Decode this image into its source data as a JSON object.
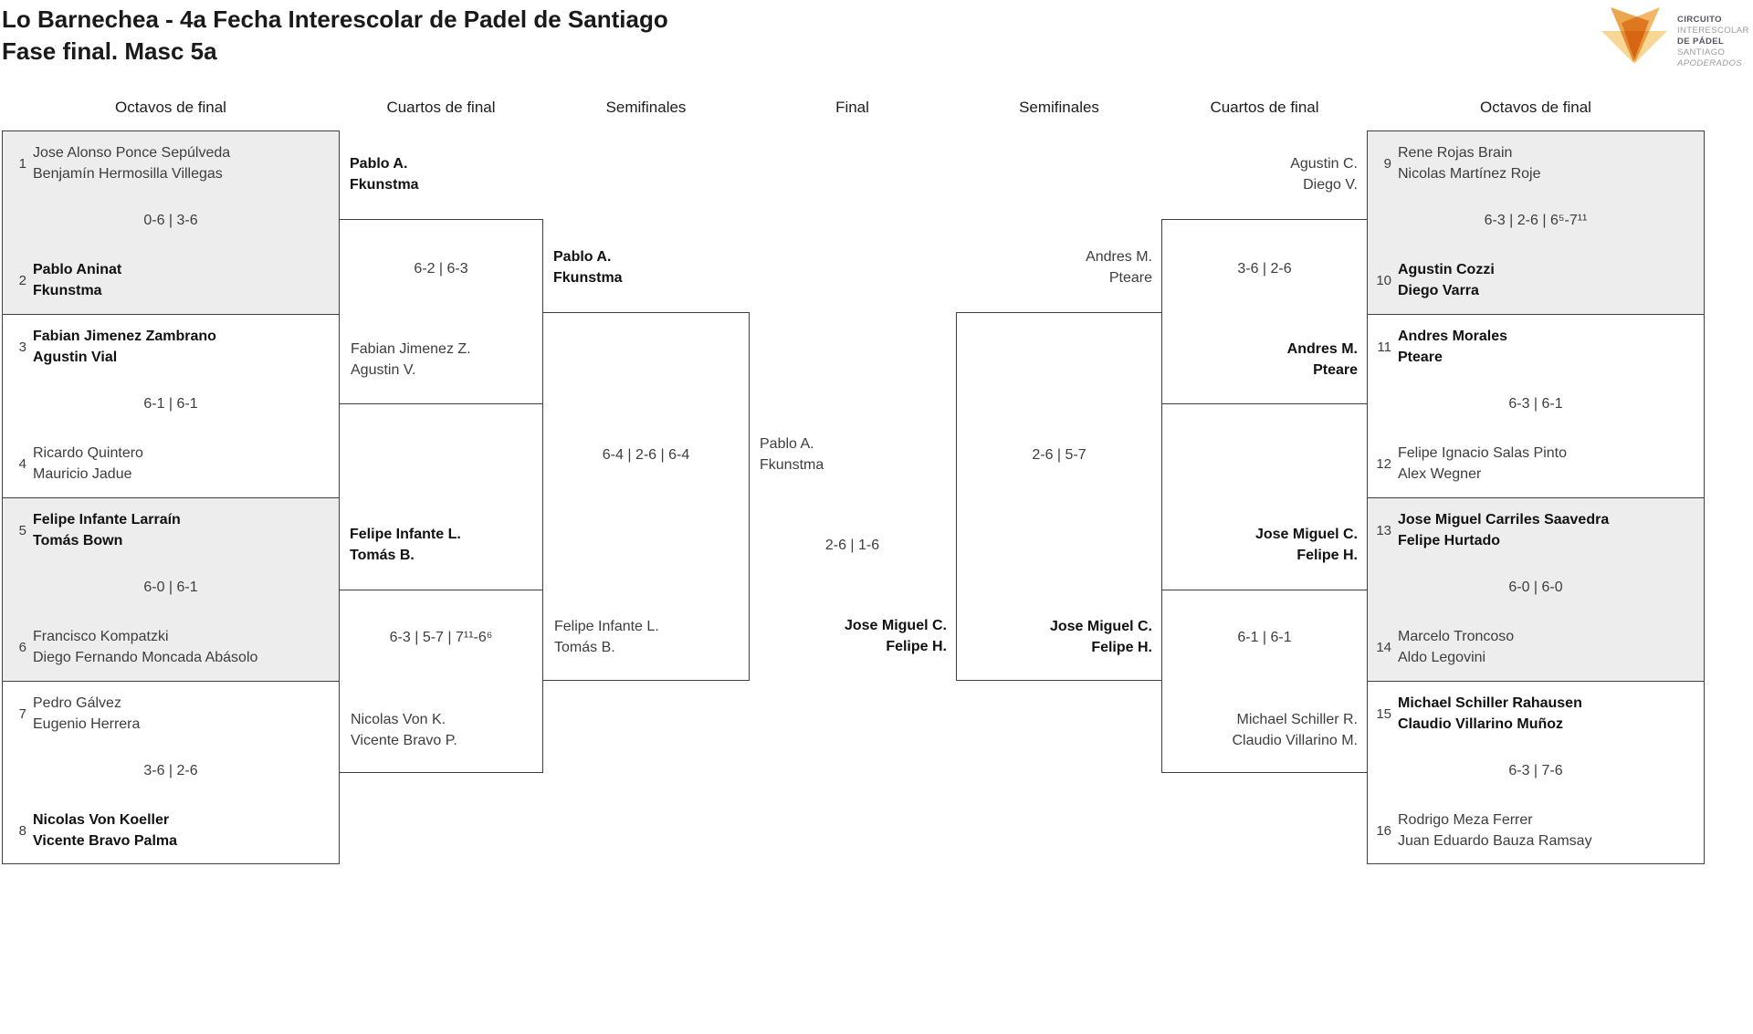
{
  "title": {
    "line1": "Lo Barnechea - 4a Fecha Interescolar de Padel de Santiago",
    "line2": "Fase final. Masc 5a"
  },
  "logo": {
    "brand1": "CIRCUITO",
    "brand2": "INTERESCOLAR",
    "brand3": "DE PÁDEL",
    "brand4": "SANTIAGO",
    "brand5": "APODERADOS"
  },
  "round_headers": {
    "left_octavos": "Octavos de final",
    "left_cuartos": "Cuartos de final",
    "left_semis": "Semifinales",
    "final": "Final",
    "right_semis": "Semifinales",
    "right_cuartos": "Cuartos de final",
    "right_octavos": "Octavos de final"
  },
  "colors": {
    "match_gray": "#ededed",
    "border": "#3f3f3f",
    "text": "#3d3d3d",
    "text_winner": "#111111",
    "logo_orange_dark": "#e9982f",
    "logo_orange_mid": "#eeaa4e",
    "logo_yellow_light": "#f6cf83"
  },
  "octavos_left": [
    {
      "top": {
        "seed": "1",
        "lines": [
          "Jose Alonso Ponce Sepúlveda",
          "Benjamín Hermosilla Villegas"
        ]
      },
      "score": "0-6 | 3-6",
      "bottom": {
        "seed": "2",
        "lines": [
          "Pablo Aninat",
          "Fkunstma"
        ]
      }
    },
    {
      "top": {
        "seed": "3",
        "lines": [
          "Fabian Jimenez Zambrano",
          "Agustin Vial"
        ]
      },
      "score": "6-1 | 6-1",
      "bottom": {
        "seed": "4",
        "lines": [
          "Ricardo Quintero",
          "Mauricio Jadue"
        ]
      }
    },
    {
      "top": {
        "seed": "5",
        "lines": [
          "Felipe Infante Larraín",
          "Tomás Bown"
        ]
      },
      "score": "6-0 | 6-1",
      "bottom": {
        "seed": "6",
        "lines": [
          "Francisco Kompatzki",
          "Diego Fernando Moncada Abásolo"
        ]
      }
    },
    {
      "top": {
        "seed": "7",
        "lines": [
          "Pedro Gálvez",
          "Eugenio Herrera"
        ]
      },
      "score": "3-6 | 2-6",
      "bottom": {
        "seed": "8",
        "lines": [
          "Nicolas Von Koeller",
          "Vicente Bravo Palma"
        ]
      }
    }
  ],
  "cuartos_left": [
    {
      "winner_lines": [
        "Pablo A.",
        "Fkunstma"
      ],
      "score": "6-2 | 6-3",
      "loser_lines": [
        "Fabian Jimenez Z.",
        "Agustin V."
      ]
    },
    {
      "winner_lines": [
        "Felipe Infante L.",
        "Tomás B."
      ],
      "score": "6-3 | 5-7 | 7¹¹-6⁶",
      "loser_lines": [
        "Nicolas Von K.",
        "Vicente Bravo P."
      ]
    }
  ],
  "semifinal_left": {
    "winner_lines": [
      "Pablo A.",
      "Fkunstma"
    ],
    "score": "6-4 | 2-6 | 6-4",
    "loser_lines": [
      "Felipe Infante L.",
      "Tomás B."
    ]
  },
  "final": {
    "finalist_lines": [
      "Pablo A.",
      "Fkunstma"
    ],
    "score": "2-6 | 1-6",
    "winner_lines": [
      "Jose Miguel C.",
      "Felipe H."
    ]
  },
  "semifinal_right": {
    "loser_lines": [
      "Andres M.",
      "Pteare"
    ],
    "score": "2-6 | 5-7",
    "winner_lines": [
      "Jose Miguel C.",
      "Felipe H."
    ]
  },
  "cuartos_right": [
    {
      "loser_lines": [
        "Agustin C.",
        "Diego V."
      ],
      "score": "3-6 | 2-6",
      "winner_lines": [
        "Andres M.",
        "Pteare"
      ]
    },
    {
      "winner_lines": [
        "Jose Miguel C.",
        "Felipe H."
      ],
      "score": "6-1 | 6-1",
      "loser_lines": [
        "Michael Schiller R.",
        "Claudio Villarino M."
      ]
    }
  ],
  "octavos_right": [
    {
      "top": {
        "seed": "9",
        "lines": [
          "Rene Rojas Brain",
          "Nicolas Martínez Roje"
        ]
      },
      "score": "6-3 | 2-6 | 6⁵-7¹¹",
      "bottom": {
        "seed": "10",
        "lines": [
          "Agustin Cozzi",
          "Diego Varra"
        ]
      }
    },
    {
      "top": {
        "seed": "11",
        "lines": [
          "Andres Morales",
          "Pteare"
        ]
      },
      "score": "6-3 | 6-1",
      "bottom": {
        "seed": "12",
        "lines": [
          "Felipe Ignacio Salas Pinto",
          "Alex Wegner"
        ]
      }
    },
    {
      "top": {
        "seed": "13",
        "lines": [
          "Jose Miguel Carriles Saavedra",
          "Felipe Hurtado"
        ]
      },
      "score": "6-0 | 6-0",
      "bottom": {
        "seed": "14",
        "lines": [
          "Marcelo Troncoso",
          "Aldo Legovini"
        ]
      }
    },
    {
      "top": {
        "seed": "15",
        "lines": [
          "Michael Schiller Rahausen",
          "Claudio Villarino Muñoz"
        ]
      },
      "score": "6-3 | 7-6",
      "bottom": {
        "seed": "16",
        "lines": [
          "Rodrigo Meza Ferrer",
          "Juan Eduardo Bauza Ramsay"
        ]
      }
    }
  ]
}
